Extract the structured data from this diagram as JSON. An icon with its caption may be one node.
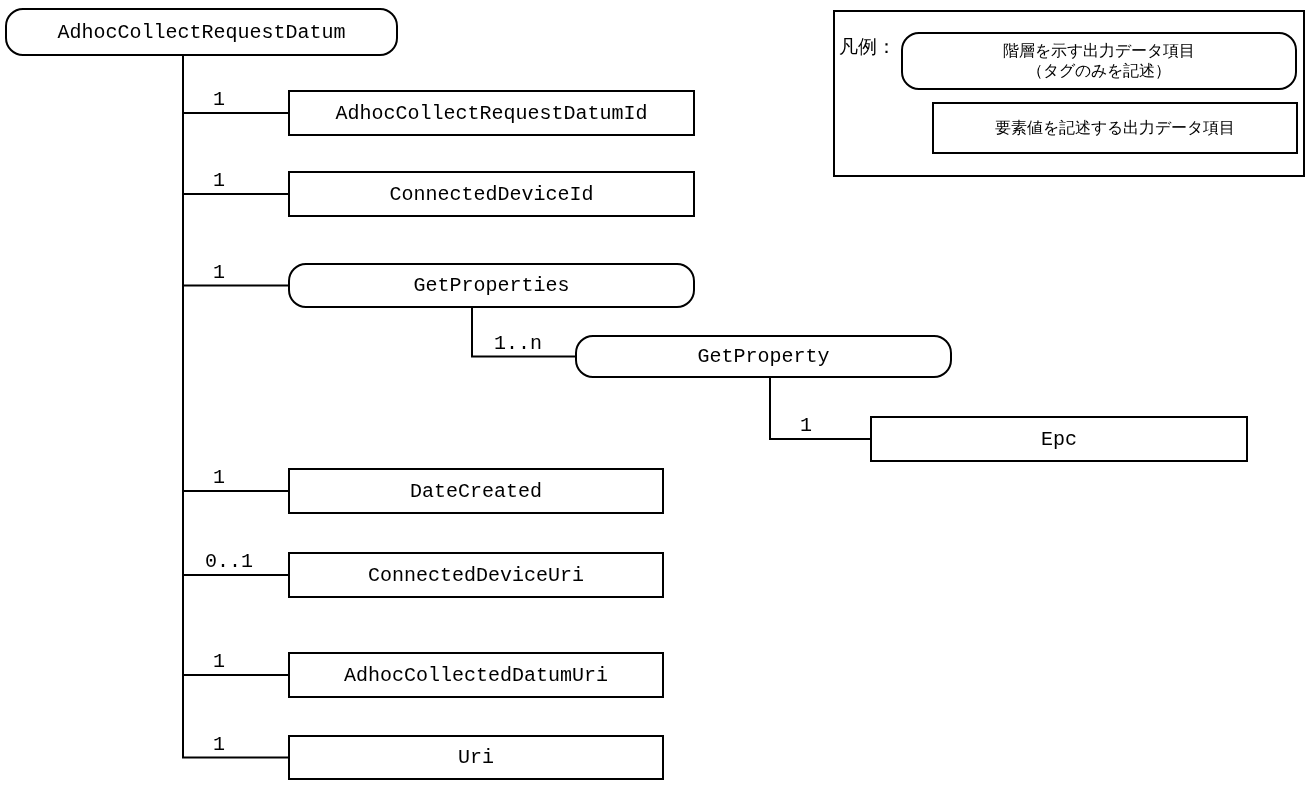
{
  "diagram": {
    "nodes": [
      {
        "text": [
          "AdhocCollectRequestDatum"
        ]
      },
      {
        "text": [
          "AdhocCollectRequestDatumId"
        ]
      },
      {
        "text": [
          "ConnectedDeviceId"
        ]
      },
      {
        "text": [
          "GetProperties"
        ]
      },
      {
        "text": [
          "GetProperty"
        ]
      },
      {
        "text": [
          "Epc"
        ]
      },
      {
        "text": [
          "DateCreated"
        ]
      },
      {
        "text": [
          "ConnectedDeviceUri"
        ]
      },
      {
        "text": [
          "AdhocCollectedDatumUri"
        ]
      },
      {
        "text": [
          "Uri"
        ]
      },
      {
        "text": [
          "凡例："
        ]
      },
      {
        "text": [
          "階層を示す出力データ項目（タグのみを記述）"
        ],
        "in": 10
      },
      {
        "text": [
          "要素値を記述する出力データ項目"
        ],
        "in": 10
      }
    ],
    "edges": [
      {
        "from": 0,
        "to": 1,
        "arrow": "none",
        "label": "1"
      },
      {
        "from": 0,
        "to": 2,
        "arrow": "none",
        "label": "1"
      },
      {
        "from": 0,
        "to": 3,
        "arrow": "none",
        "label": "1"
      },
      {
        "from": 3,
        "to": 4,
        "arrow": "none",
        "label": "1..n"
      },
      {
        "from": 4,
        "to": 5,
        "arrow": "none",
        "label": "1"
      },
      {
        "from": 0,
        "to": 6,
        "arrow": "none",
        "label": "1"
      },
      {
        "from": 0,
        "to": 7,
        "arrow": "none",
        "label": "0..1"
      },
      {
        "from": 0,
        "to": 8,
        "arrow": "none",
        "label": "1"
      },
      {
        "from": 0,
        "to": 9,
        "arrow": "none",
        "label": "1"
      }
    ]
  }
}
